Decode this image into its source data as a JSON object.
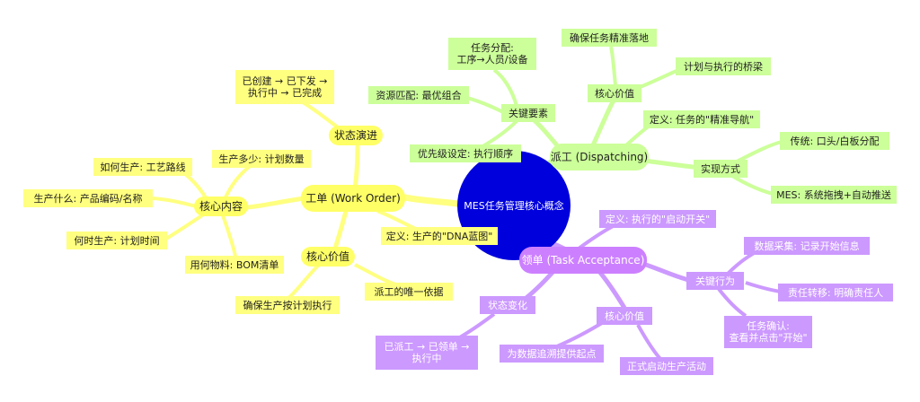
{
  "center": "MES任务管理核心概念",
  "work_order": {
    "title": "工单 (Work Order)",
    "status": "状态演进",
    "status_flow": [
      "已创建 → 已下发 →",
      "执行中 → 已完成"
    ],
    "core_content": "核心内容",
    "how": "如何生产: 工艺路线",
    "how_many": "生产多少: 计划数量",
    "what": "生产什么: 产品编码/名称",
    "when": "何时生产: 计划时间",
    "material": "用何物料: BOM清单",
    "core_value": "核心价值",
    "value_1": "确保生产按计划执行",
    "value_2": "派工的唯一依据",
    "definition": "定义: 生产的\"DNA蓝图\""
  },
  "dispatching": {
    "title": "派工 (Dispatching)",
    "key_elements": "关键要素",
    "assign": [
      "任务分配:",
      "工序→人员/设备"
    ],
    "match": "资源匹配: 最优组合",
    "priority": "优先级设定: 执行顺序",
    "core_value": "核心价值",
    "ensure": "确保任务精准落地",
    "bridge": "计划与执行的桥梁",
    "definition": "定义: 任务的\"精准导航\"",
    "method": "实现方式",
    "traditional": "传统: 口头/白板分配",
    "mes": "MES: 系统拖拽+自动推送"
  },
  "acceptance": {
    "title": "领单 (Task Acceptance)",
    "definition": "定义: 执行的\"启动开关\"",
    "key_actions": "关键行为",
    "collect": "数据采集: 记录开始信息",
    "transfer": "责任转移: 明确责任人",
    "confirm": [
      "任务确认:",
      "查看并点击\"开始\""
    ],
    "status_change": "状态变化",
    "status_flow": [
      "已派工 → 已领单 →",
      "执行中"
    ],
    "core_value": "核心价值",
    "trace": "为数据追溯提供起点",
    "start": "正式启动生产活动"
  },
  "colors": {
    "yellow": "#ffff80",
    "green": "#ccff99",
    "purple": "#cc99ff",
    "center": "#0000dd"
  }
}
